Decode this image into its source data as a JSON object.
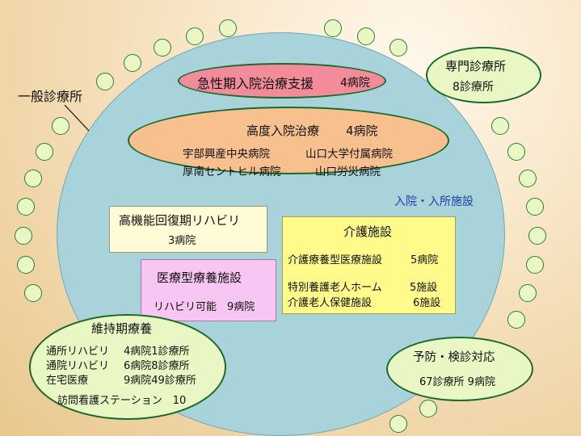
{
  "general_clinic_label": "一般診療所",
  "acute": {
    "title": "急性期入院治療支援",
    "count": "4病院"
  },
  "advanced": {
    "title": "高度入院治療",
    "count": "4病院",
    "hospitals": [
      "宇部興産中央病院",
      "山口大学付属病院",
      "厚南セントヒル病院",
      "山口労災病院"
    ]
  },
  "specialist": {
    "title": "専門診療所",
    "count": "8診療所"
  },
  "inpatient_label": "入院・入所施設",
  "rehab": {
    "title": "高機能回復期リハビリ",
    "count": "3病院"
  },
  "medical_care": {
    "title": "医療型療養施設",
    "detail": "リハビリ可能　9病院"
  },
  "nursing": {
    "title": "介護施設",
    "rows": [
      {
        "name": "介護療養型医療施設",
        "count": "5病院"
      },
      {
        "name": "特別養護老人ホーム",
        "count": "5施設"
      },
      {
        "name": "介護老人保健施設",
        "count": "6施設"
      }
    ]
  },
  "maintenance": {
    "title": "維持期療養",
    "rows": [
      {
        "name": "通所リハビリ",
        "count": "4病院1診療所"
      },
      {
        "name": "通院リハビリ",
        "count": "6病院8診療所"
      },
      {
        "name": "在宅医療",
        "count": "9病院49診療所"
      }
    ],
    "station": "訪問看護ステーション　10"
  },
  "prevention": {
    "title": "予防・検診対応",
    "count": "67診療所 9病院"
  },
  "colors": {
    "outer_circle": "#a9d3da",
    "acute_fill": "#f28c9a",
    "advanced_fill": "#f8c08e",
    "clinic_fill": "#e8f7c4",
    "clinic_border": "#2e7d32",
    "rehab_fill": "#fffbd6",
    "medical_fill": "#f7c6f3",
    "nursing_fill": "#fffb8a",
    "inpatient_label_color": "#1e3fb0"
  }
}
